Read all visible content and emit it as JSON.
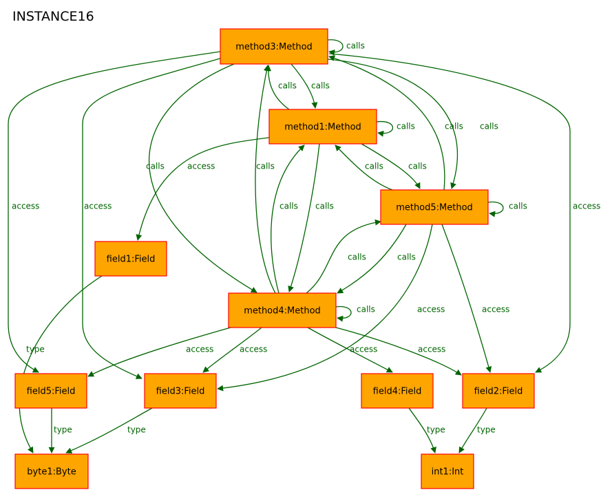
{
  "title": "INSTANCE16",
  "colors": {
    "node_fill": "#ffa500",
    "node_border": "#ff0000",
    "edge": "#006400"
  },
  "nodes": [
    {
      "id": "method3",
      "label": "method3:Method"
    },
    {
      "id": "method1",
      "label": "method1:Method"
    },
    {
      "id": "method5",
      "label": "method5:Method"
    },
    {
      "id": "field1",
      "label": "field1:Field"
    },
    {
      "id": "method4",
      "label": "method4:Method"
    },
    {
      "id": "field5",
      "label": "field5:Field"
    },
    {
      "id": "field3",
      "label": "field3:Field"
    },
    {
      "id": "field4",
      "label": "field4:Field"
    },
    {
      "id": "field2",
      "label": "field2:Field"
    },
    {
      "id": "byte1",
      "label": "byte1:Byte"
    },
    {
      "id": "int1",
      "label": "int1:Int"
    }
  ],
  "edges": [
    {
      "from": "method3",
      "to": "method3",
      "label": "calls"
    },
    {
      "from": "method3",
      "to": "method1",
      "label": "calls"
    },
    {
      "from": "method1",
      "to": "method3",
      "label": "calls"
    },
    {
      "from": "method3",
      "to": "method4",
      "label": "calls"
    },
    {
      "from": "method4",
      "to": "method3",
      "label": "calls"
    },
    {
      "from": "method3",
      "to": "method5",
      "label": "calls"
    },
    {
      "from": "method5",
      "to": "method3",
      "label": "calls"
    },
    {
      "from": "method3",
      "to": "field5",
      "label": "access"
    },
    {
      "from": "method3",
      "to": "field3",
      "label": "access"
    },
    {
      "from": "method3",
      "to": "field2",
      "label": "access"
    },
    {
      "from": "method1",
      "to": "method1",
      "label": "calls"
    },
    {
      "from": "method1",
      "to": "field1",
      "label": "access"
    },
    {
      "from": "method1",
      "to": "method4",
      "label": "calls"
    },
    {
      "from": "method4",
      "to": "method1",
      "label": "calls"
    },
    {
      "from": "method1",
      "to": "method5",
      "label": "calls"
    },
    {
      "from": "method5",
      "to": "method1",
      "label": "calls"
    },
    {
      "from": "method5",
      "to": "method5",
      "label": "calls"
    },
    {
      "from": "method5",
      "to": "method4",
      "label": "calls"
    },
    {
      "from": "method4",
      "to": "method5",
      "label": "calls"
    },
    {
      "from": "method5",
      "to": "field3",
      "label": "access"
    },
    {
      "from": "method5",
      "to": "field2",
      "label": "access"
    },
    {
      "from": "method4",
      "to": "method4",
      "label": "calls"
    },
    {
      "from": "method4",
      "to": "field5",
      "label": "access"
    },
    {
      "from": "method4",
      "to": "field3",
      "label": "access"
    },
    {
      "from": "method4",
      "to": "field4",
      "label": "access"
    },
    {
      "from": "method4",
      "to": "field2",
      "label": "access"
    },
    {
      "from": "field1",
      "to": "byte1",
      "label": "type"
    },
    {
      "from": "field5",
      "to": "byte1",
      "label": "type"
    },
    {
      "from": "field3",
      "to": "byte1",
      "label": "type"
    },
    {
      "from": "field4",
      "to": "int1",
      "label": "type"
    },
    {
      "from": "field2",
      "to": "int1",
      "label": "type"
    }
  ]
}
